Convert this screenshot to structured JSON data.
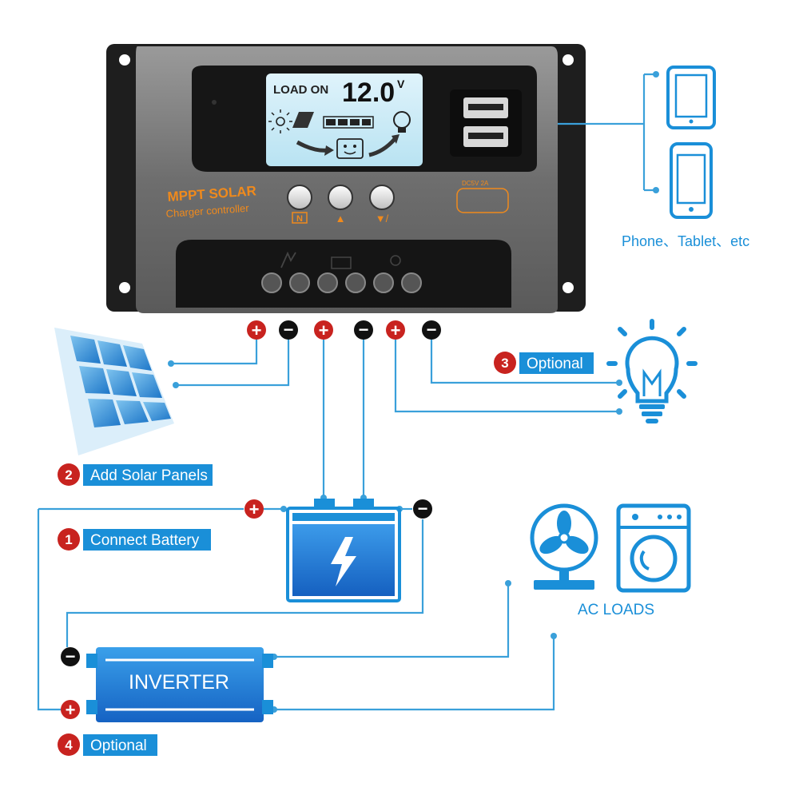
{
  "controller": {
    "lcd_load_label": "LOAD ON",
    "lcd_voltage": "12.0",
    "lcd_unit": "V",
    "brand_line1": "MPPT SOLAR",
    "brand_line2": "Charger controller",
    "usb_spec": "DC5V 2A",
    "button_labels": [
      "N",
      "▲",
      "▼/"
    ],
    "terminal_count": 6
  },
  "devices_label": "Phone、Tablet、etc",
  "steps": [
    {
      "num": "1",
      "text": "Connect Battery"
    },
    {
      "num": "2",
      "text": "Add Solar Panels"
    },
    {
      "num": "3",
      "text": "Optional"
    },
    {
      "num": "4",
      "text": "Optional"
    }
  ],
  "inverter_label": "INVERTER",
  "ac_loads_label": "AC LOADS",
  "polarity": {
    "pos": "+",
    "neg": "−"
  },
  "colors": {
    "wire": "#3aa0da",
    "accent": "#1a8fd8",
    "brand": "#f08a1c",
    "positive": "#c8231f",
    "negative": "#111111"
  }
}
